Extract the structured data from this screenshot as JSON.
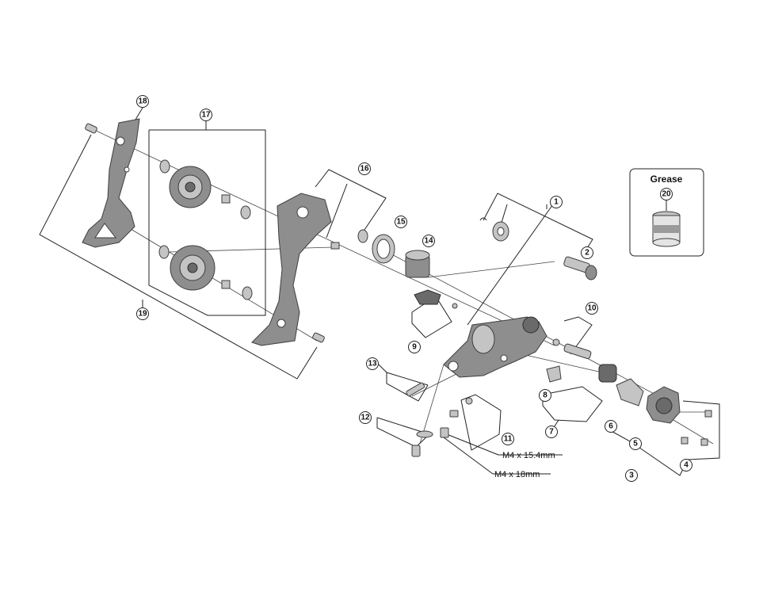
{
  "parts": [
    {
      "ref": "1"
    },
    {
      "ref": "2"
    },
    {
      "ref": "3"
    },
    {
      "ref": "4"
    },
    {
      "ref": "5"
    },
    {
      "ref": "6"
    },
    {
      "ref": "7"
    },
    {
      "ref": "8"
    },
    {
      "ref": "9"
    },
    {
      "ref": "10"
    },
    {
      "ref": "11"
    },
    {
      "ref": "12"
    },
    {
      "ref": "13"
    },
    {
      "ref": "14"
    },
    {
      "ref": "15"
    },
    {
      "ref": "16"
    },
    {
      "ref": "17"
    },
    {
      "ref": "18"
    },
    {
      "ref": "19"
    },
    {
      "ref": "20"
    }
  ],
  "dimensions": {
    "screw_a": "M4 x 15.4mm",
    "screw_b": "M4 x 18mm"
  },
  "grease_box": {
    "title": "Grease",
    "ref": "20"
  }
}
